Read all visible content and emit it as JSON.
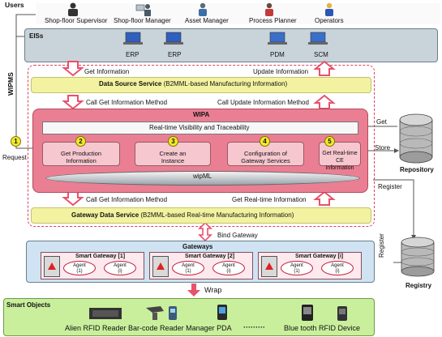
{
  "users": {
    "label": "Users",
    "roles": [
      "Shop-floor Supervisor",
      "Shop-floor Manager",
      "Asset Manager",
      "Process Planner",
      "Operators"
    ]
  },
  "eis": {
    "label": "EISs",
    "systems": [
      "ERP",
      "ERP",
      "PDM",
      "SCM"
    ]
  },
  "wipms": {
    "label": "WIPMS"
  },
  "data_source": {
    "get_info": "Get Information",
    "update_info": "Update Information",
    "title": "Data Source Service",
    "subtitle": " (B2MML-based Manufacturing Information)",
    "call_get": "Call Get Information Method",
    "call_update": "Call Update Information Method"
  },
  "wipa": {
    "label": "WIPA",
    "visibility": "Real-time Visibility and Traceability",
    "steps": [
      {
        "num": "2",
        "line1": "Get Production",
        "line2": "Information"
      },
      {
        "num": "3",
        "line1": "Create an",
        "line2": "Instance"
      },
      {
        "num": "4",
        "line1": "Configuration of",
        "line2": "Gateway Services"
      },
      {
        "num": "5",
        "line1": "Get Real-time CE",
        "line2": "Information"
      }
    ],
    "wipml": "wipML",
    "start_num": "1",
    "request": "Request",
    "get": "Get",
    "store": "Store"
  },
  "repository": {
    "label": "Repository",
    "register": "Register"
  },
  "gateway_service": {
    "call_get": "Call Get Information Method",
    "get_rt": "Get Real-time Information",
    "title": "Gateway Data Service",
    "subtitle": " (B2MML-based Real-time Manufacturing Information)",
    "bind": "Bind Gateway"
  },
  "gateways": {
    "label": "Gateways",
    "register": "Register",
    "items": [
      {
        "title": "Smart Gateway [1]",
        "agent_a": "Agent",
        "agent_a_idx": "(1)",
        "agent_b": "Agent",
        "agent_b_idx": "(i)"
      },
      {
        "title": "Smart Gateway [2]",
        "agent_a": "Agent",
        "agent_a_idx": "(1)",
        "agent_b": "Agent",
        "agent_b_idx": "(i)"
      },
      {
        "title": "Smart Gateway [i]",
        "agent_a": "Agent",
        "agent_a_idx": "(1)",
        "agent_b": "Agent",
        "agent_b_idx": "(i)"
      }
    ]
  },
  "registry": {
    "label": "Registry"
  },
  "wrap": "Wrap",
  "smart_objects": {
    "label": "Smart Objects",
    "items_text": "Alien RFID Reader Bar-code  Reader Manager PDA",
    "dots": "·········",
    "tail": "Blue tooth  RFID Device"
  },
  "colors": {
    "users_bg": "#ffffff",
    "eis_bg": "#c9d3da",
    "yellow_band": "#f2f2a0",
    "wipa_bg": "#ea7f93",
    "gateways_bg": "#cfe3f3",
    "smart_bg": "#c9ef9c",
    "arrow_pink": "#e8506b"
  }
}
